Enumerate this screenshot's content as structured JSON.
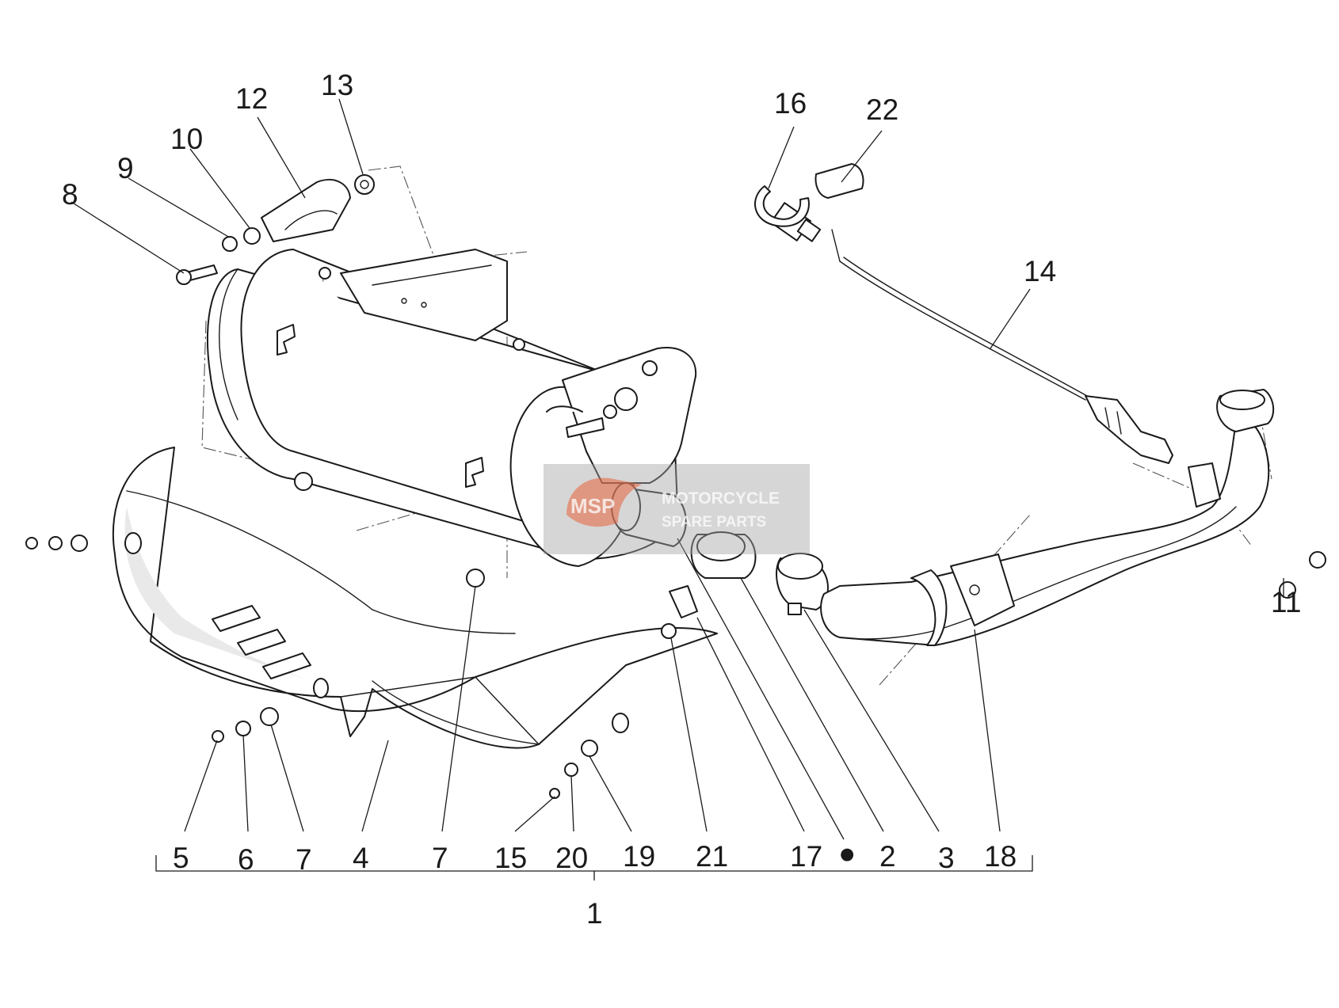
{
  "watermark": {
    "logo_text": "MSP",
    "line1": "MOTORCYCLE",
    "line2": "SPARE PARTS",
    "accent_color": "#e8643c"
  },
  "callouts": {
    "c1": "1",
    "c2": "2",
    "c3": "3",
    "c4": "4",
    "c5": "5",
    "c6": "6",
    "c7a": "7",
    "c7b": "7",
    "c8": "8",
    "c9": "9",
    "c10": "10",
    "c11": "11",
    "c12": "12",
    "c13": "13",
    "c14": "14",
    "c15": "15",
    "c16": "16",
    "c17": "17",
    "c18": "18",
    "c19": "19",
    "c20": "20",
    "c21": "21",
    "c22": "22"
  },
  "legend_dot": "●"
}
